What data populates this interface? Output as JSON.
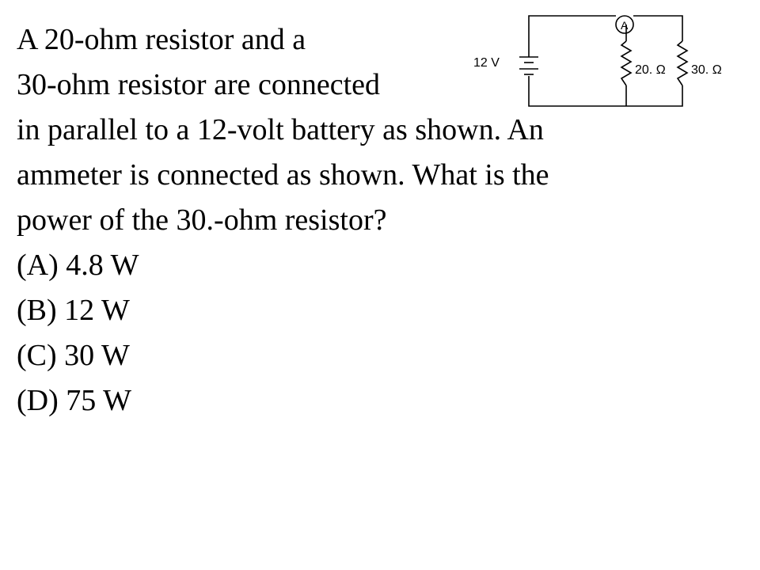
{
  "question": {
    "lines": [
      "A 20-ohm resistor and a",
      "30-ohm resistor are connected",
      "in parallel to a 12-volt battery as shown. An",
      "ammeter is connected as shown. What is the",
      "power of the 30.-ohm resistor?"
    ]
  },
  "options": [
    "(A) 4.8 W",
    "(B) 12 W",
    "(C) 30 W",
    "(D) 75 W"
  ],
  "circuit": {
    "battery_label": "12 V",
    "ammeter_label": "A",
    "resistor1_label": "20. Ω",
    "resistor2_label": "30. Ω"
  }
}
